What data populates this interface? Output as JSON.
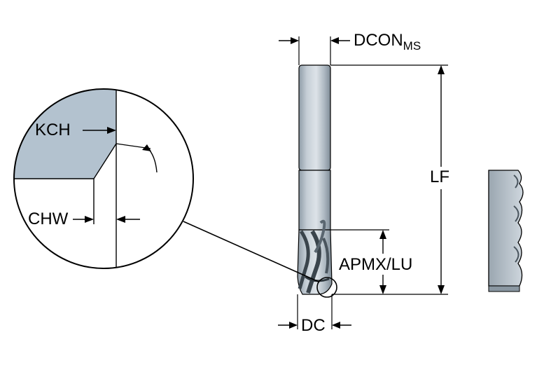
{
  "labels": {
    "dcon": "DCON",
    "dcon_sub": "MS",
    "lf": "LF",
    "apmx_lu": "APMX/LU",
    "dc": "DC",
    "kch": "KCH",
    "chw": "CHW"
  },
  "colors": {
    "tool_body": "#b9c4cd",
    "tool_highlight": "#d9e0e6",
    "tool_shade": "#8a97a2",
    "chamfer_fill": "#b3c2cf",
    "line": "#000000"
  }
}
